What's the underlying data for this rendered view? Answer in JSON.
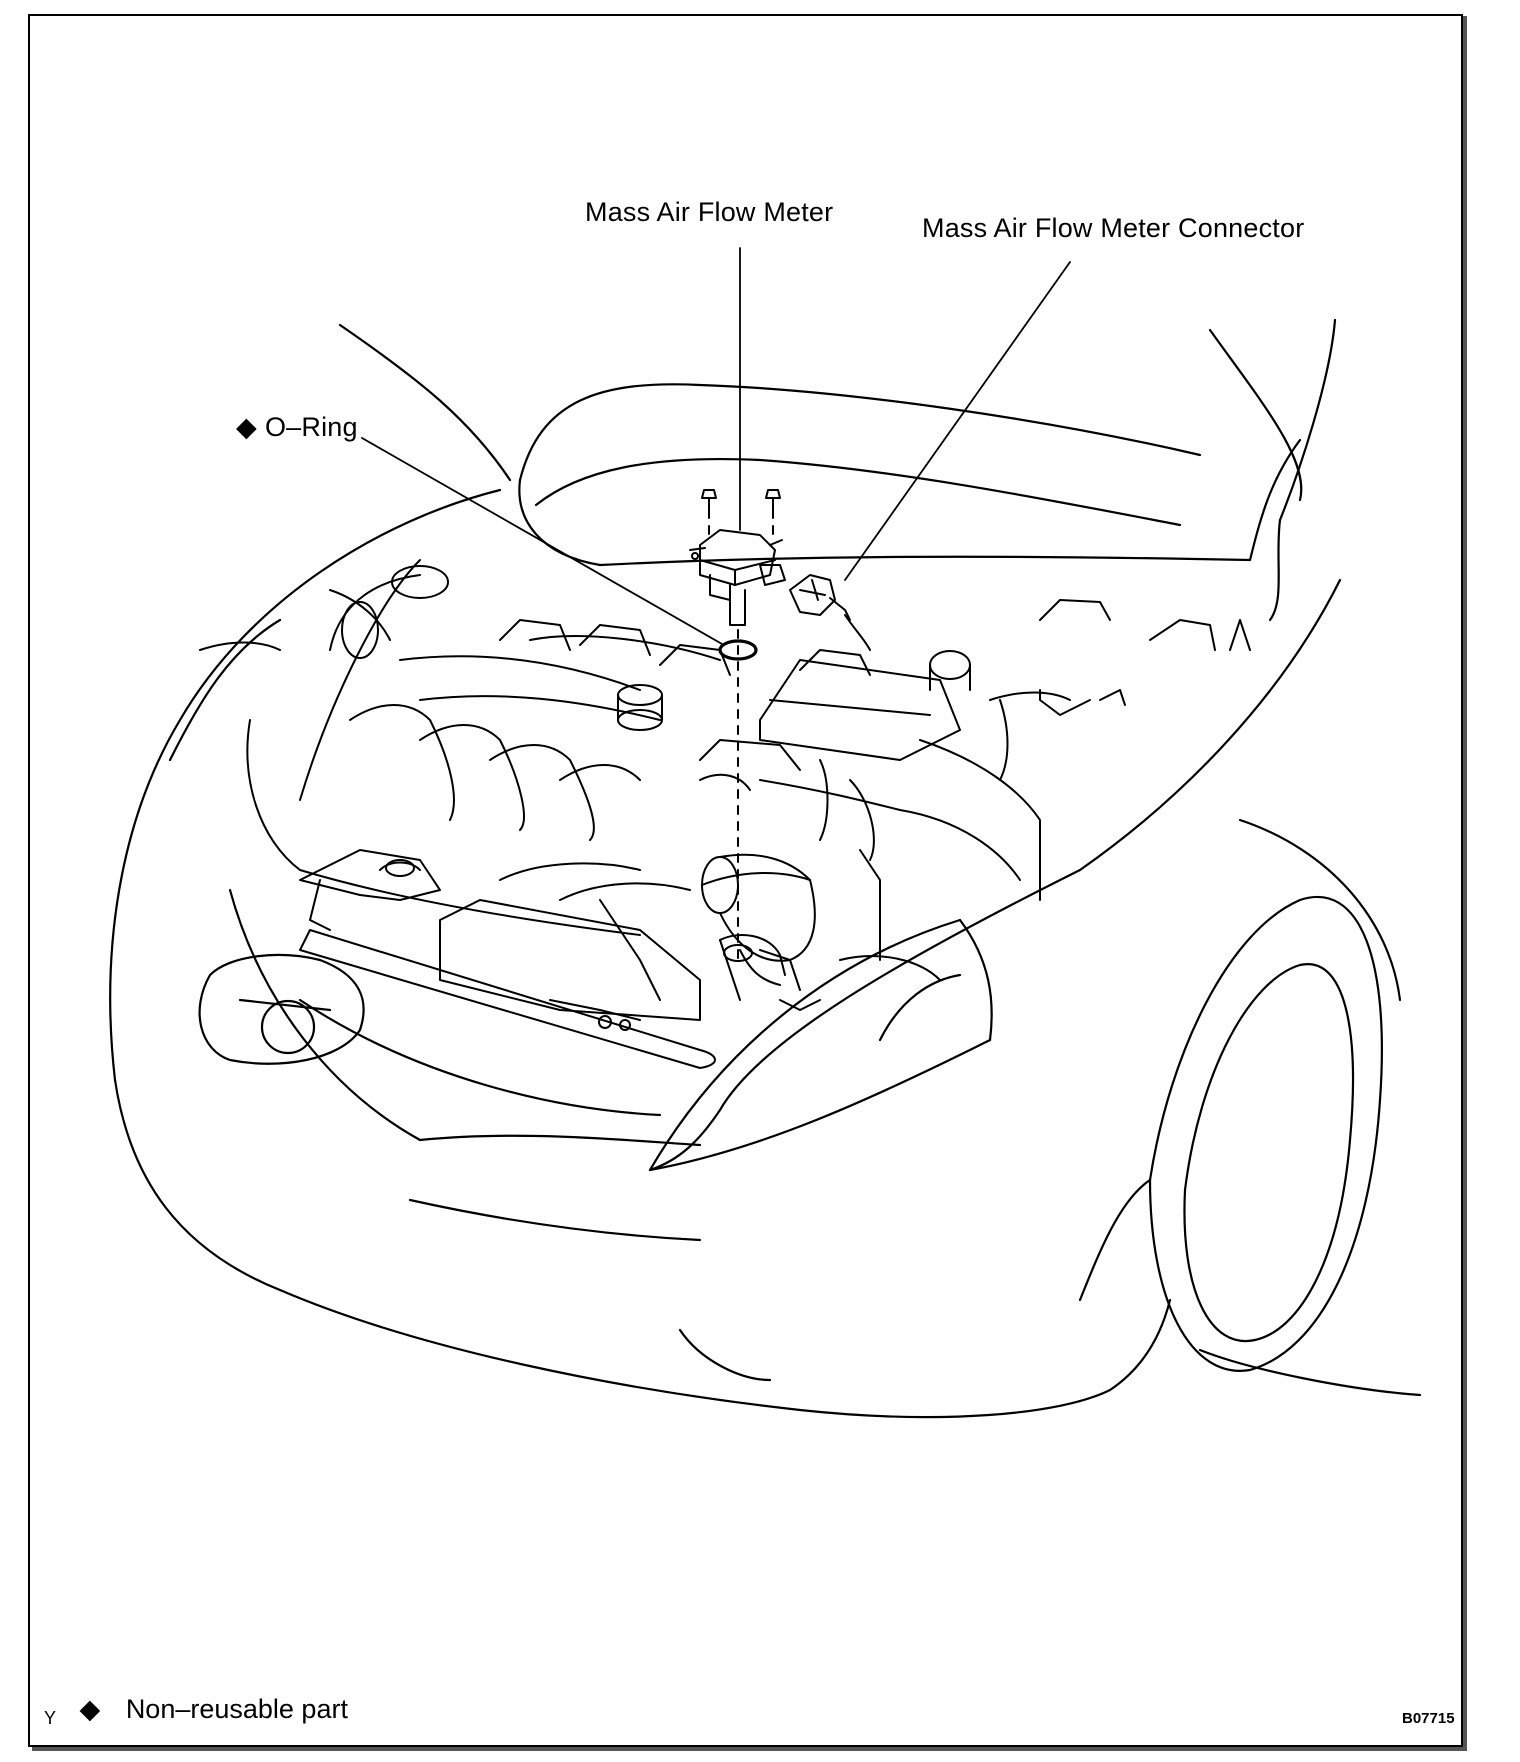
{
  "labels": {
    "mass_air_flow_meter": "Mass Air Flow Meter",
    "mass_air_flow_meter_connector": "Mass Air Flow Meter Connector",
    "o_ring": "O–Ring",
    "o_ring_marker": "◆"
  },
  "legend": {
    "marker": "◆",
    "text": "Non–reusable part",
    "corner_code": "Y"
  },
  "figure_code": "B07715"
}
